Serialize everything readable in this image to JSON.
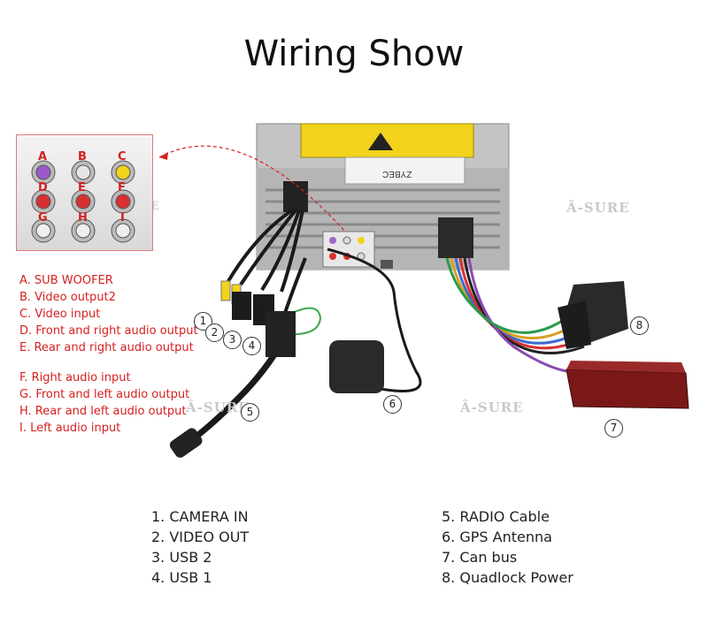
{
  "title": "Wiring Show",
  "jack_letters": [
    "A",
    "B",
    "C",
    "D",
    "E",
    "F",
    "G",
    "H",
    "I"
  ],
  "jack_descriptions": [
    "A.  SUB WOOFER",
    "B.  Video output2",
    "C.  Video input",
    "D.  Front and right audio output",
    "E.  Rear and right audio output",
    "F. Right audio input",
    "G. Front and left audio output",
    "H. Rear and left audio output",
    "I. Left audio input"
  ],
  "callouts": [
    "1",
    "2",
    "3",
    "4",
    "5",
    "6",
    "7",
    "8"
  ],
  "legend_left": [
    "1. CAMERA IN",
    "2. VIDEO OUT",
    "3. USB 2",
    "4. USB 1"
  ],
  "legend_right": [
    "5. RADIO Cable",
    "6. GPS Antenna",
    "7. Can bus",
    "8. Quadlock Power"
  ],
  "watermark": "Â-SURE",
  "unit_label": "ZYBEC",
  "colors": {
    "accent_red": "#d61f1f",
    "warning_yellow": "#f2d21a",
    "chassis": "#bdbdbd"
  }
}
